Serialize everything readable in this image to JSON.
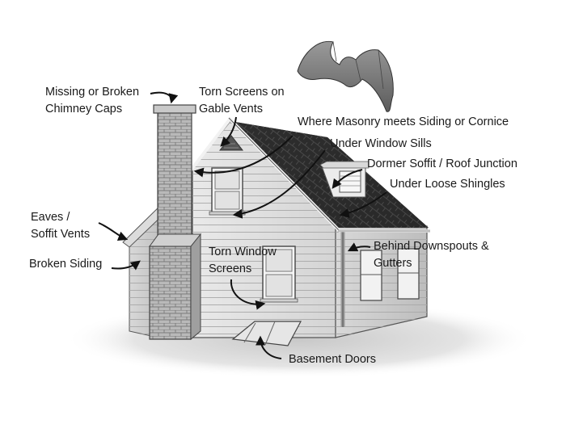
{
  "labels": {
    "chimney_caps": [
      "Missing or Broken",
      "Chimney Caps"
    ],
    "gable_vents": [
      "Torn Screens on",
      "Gable Vents"
    ],
    "masonry": [
      "Where Masonry meets Siding or Cornice"
    ],
    "window_sills": [
      "Under Window Sills"
    ],
    "dormer": [
      "Dormer Soffit / Roof Junction"
    ],
    "loose_shingles": [
      "Under Loose Shingles"
    ],
    "eaves": [
      "Eaves /",
      "Soffit Vents"
    ],
    "broken_siding": [
      "Broken Siding"
    ],
    "torn_window": [
      "Torn Window",
      "Screens"
    ],
    "downspouts": [
      "Behind Downspouts &",
      "Gutters"
    ],
    "basement": [
      "Basement Doors"
    ]
  },
  "illustration": {
    "subject": "house",
    "animal": "bat-icon"
  }
}
